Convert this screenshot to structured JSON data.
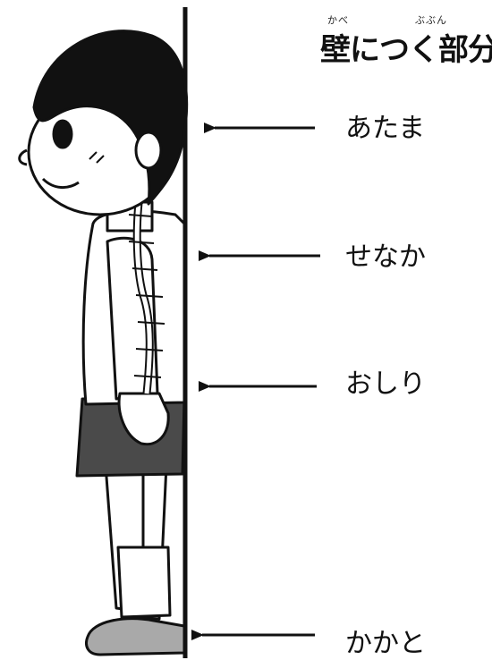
{
  "title": {
    "text": "壁につく部分",
    "ruby_kabe": "かべ",
    "ruby_bubun": "ぶぶん"
  },
  "labels": [
    {
      "text": "あたま"
    },
    {
      "text": "せなか"
    },
    {
      "text": "おしり"
    },
    {
      "text": "かかと"
    }
  ],
  "colors": {
    "ink": "#111111",
    "shirt": "#ffffff",
    "skirt": "#4a4a4a",
    "shoe": "#a9a9a9",
    "hair": "#111111",
    "spine": "#ffffff"
  }
}
